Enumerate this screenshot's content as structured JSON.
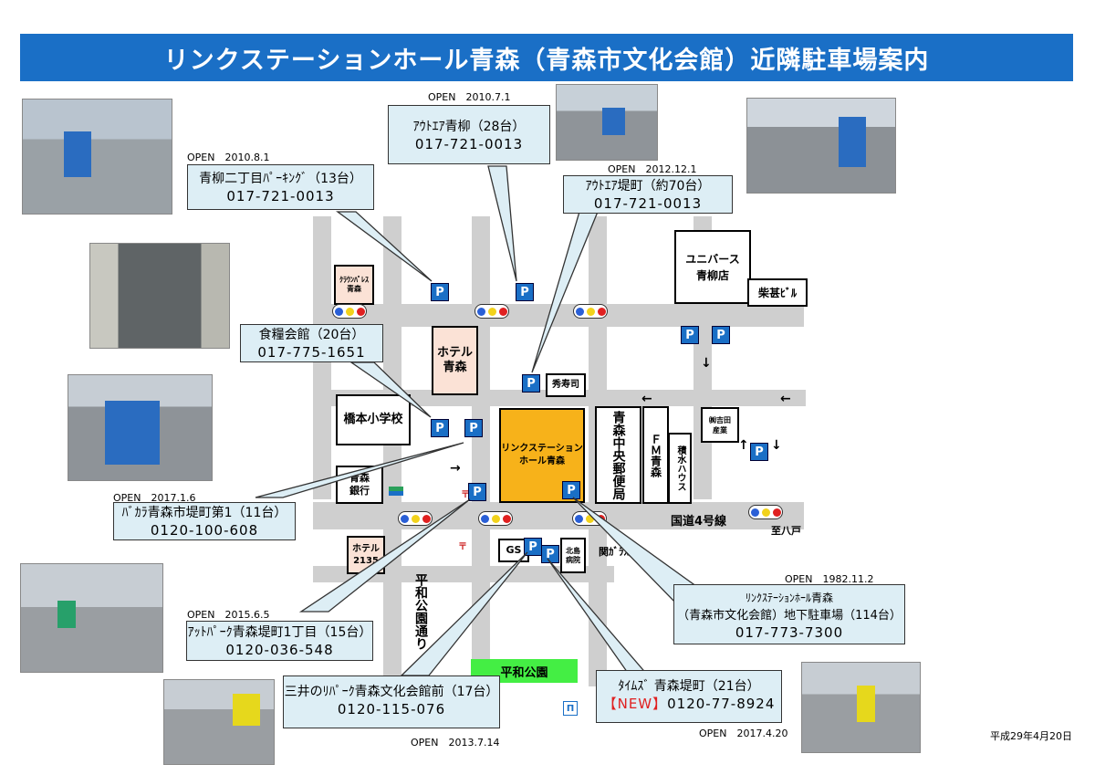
{
  "title": "リンクステーションホール青森（青森市文化会館）近隣駐車場案内",
  "date": "平成29年4月20日",
  "colors": {
    "title_bg": "#1a6fc6",
    "road": "#cfcfcf",
    "venue": "#f7b21a",
    "park": "#44ee44",
    "hotel": "#fbe2d6",
    "callout": "#ddeef5",
    "parking": "#1a6fc6"
  },
  "callouts": {
    "aoyagi2": {
      "open": "OPEN　2010.8.1",
      "name": "青柳二丁目ﾊﾟｰｷﾝｸﾞ（13台）",
      "phone": "017-721-0013"
    },
    "aoyagi_out": {
      "open": "OPEN　2010.7.1",
      "name": "ｱｳﾄｴｱ青柳（28台）",
      "phone": "017-721-0013"
    },
    "tsutsumi_out": {
      "open": "OPEN　2012.12.1",
      "name": "ｱｳﾄｴｱ堤町（約70台）",
      "phone": "017-721-0013"
    },
    "shokuryo": {
      "name": "食糧会館（20台）",
      "phone": "017-775-1651"
    },
    "bakara": {
      "open": "OPEN　2017.1.6",
      "name": "ﾊﾞｶﾗ青森市堤町第1（11台）",
      "phone": "0120-100-608"
    },
    "atto": {
      "open": "OPEN　2015.6.5",
      "name": "ｱｯﾄﾊﾟｰｸ青森堤町1丁目（15台）",
      "phone": "0120-036-548"
    },
    "mitsui": {
      "open": "OPEN　2013.7.14",
      "name": "三井のﾘﾊﾟｰｸ青森文化会館前（17台）",
      "phone": "0120-115-076"
    },
    "times": {
      "open": "OPEN　2017.4.20",
      "name": "ﾀｲﾑｽﾞ 青森堤町（21台）",
      "new": "【NEW】",
      "phone": "0120-77-8924"
    },
    "link": {
      "open": "OPEN　1982.11.2",
      "name1": "ﾘﾝｸｽﾃｰｼｮﾝﾎｰﾙ青森",
      "name2": "（青森市文化会館）地下駐車場（114台）",
      "phone": "017-773-7300"
    }
  },
  "map": {
    "p": "P",
    "crown": "ｸﾗｳﾝﾊﾟﾚｽ\n青森",
    "hotel_aomori": "ホテル\n青森",
    "venue": "リンクステーション\nホール青森",
    "hashimoto": "橋本小学校",
    "ginko": "青森\n銀行",
    "hotel2135": "ホテル\n2135",
    "gs": "GS",
    "kitajima": "北島\n病院",
    "seki": "関ｶﾞﾗｽ店",
    "hidesushi": "秀寿司",
    "universe": "ユニバース\n青柳店",
    "shibajin": "柴甚ﾋﾞﾙ",
    "yoshida": "㈱吉田\n産業",
    "yubin": "青森中央郵便局",
    "fm": "ＦＭ青森",
    "sekisui": "積水ハウス",
    "kokudo": "国道4号線",
    "hachinohe": "至八戸",
    "heiwa_dori": "平和公園通り",
    "heiwa_park": "平和公園",
    "arrow_left": "←",
    "arrow_right": "→",
    "arrow_down": "↓",
    "arrow_up": "↑",
    "post_mark": "〒",
    "signal_colors": [
      "#2a5fd6",
      "#f2d21b",
      "#e02020"
    ]
  }
}
